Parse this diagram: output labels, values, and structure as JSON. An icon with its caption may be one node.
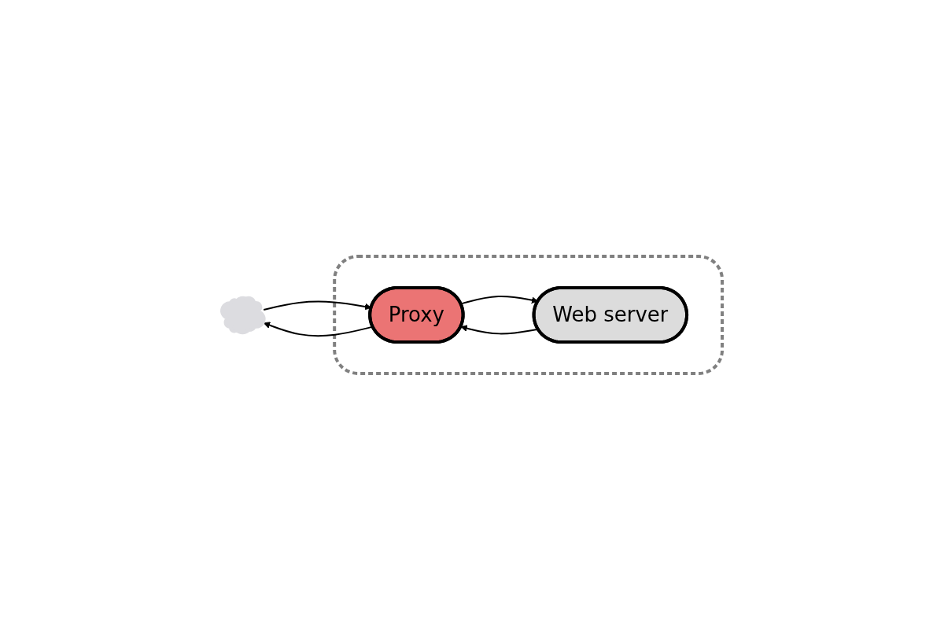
{
  "diagram": {
    "nodes": [
      {
        "text": [],
        "shape": "cloud"
      },
      {
        "text": [],
        "shape": "box"
      },
      {
        "text": [
          "Proxy"
        ],
        "in": 1
      },
      {
        "text": [
          "Web server"
        ],
        "in": 1
      }
    ],
    "edges": [
      {
        "from": 0,
        "to": 2,
        "arrow": "to"
      },
      {
        "from": 2,
        "to": 0,
        "arrow": "to"
      },
      {
        "from": 2,
        "to": 3,
        "arrow": "to"
      },
      {
        "from": 3,
        "to": 2,
        "arrow": "to"
      }
    ]
  }
}
